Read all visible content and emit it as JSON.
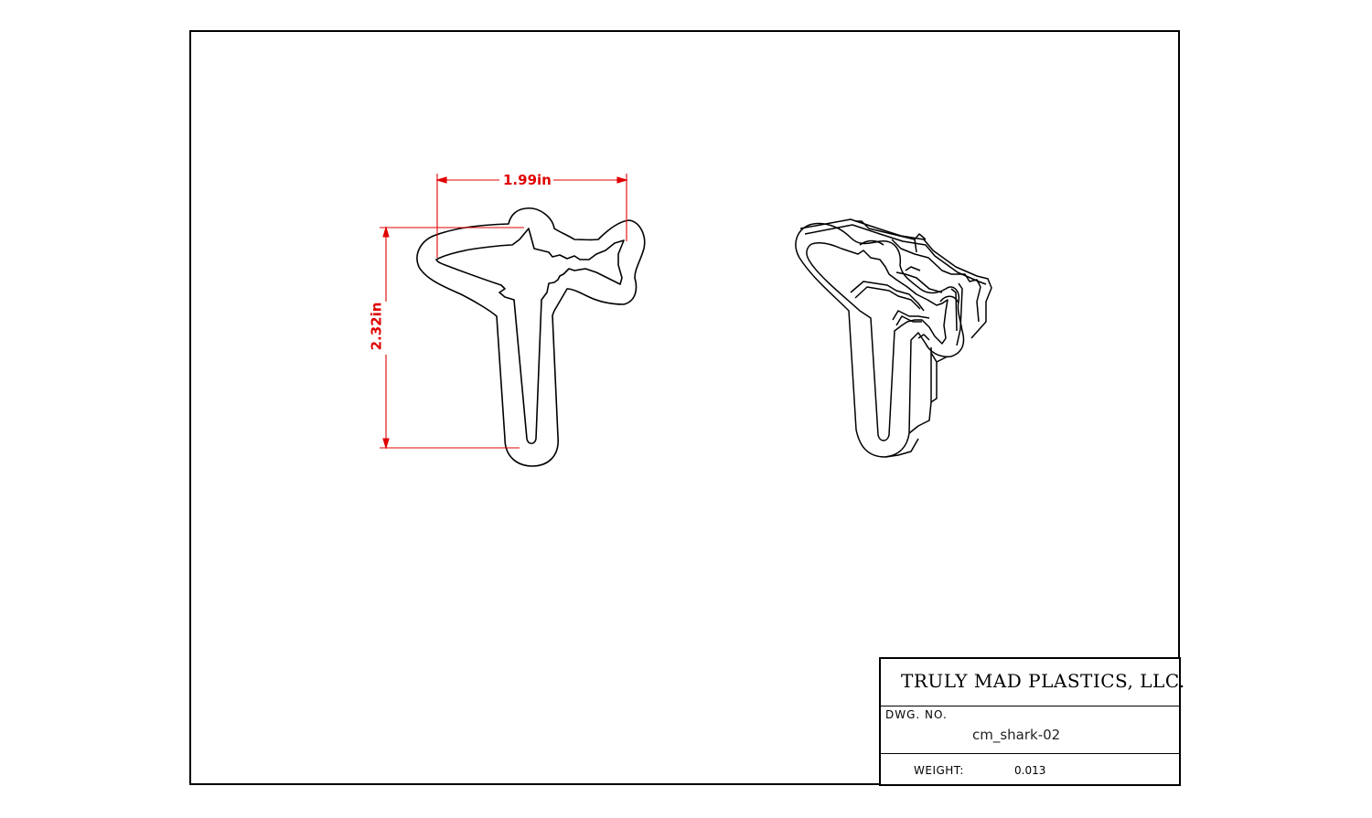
{
  "dimensions": {
    "width_label": "1.99in",
    "height_label": "2.32in",
    "color": "#e00000"
  },
  "title_block": {
    "company": "TRULY MAD PLASTICS, LLC.",
    "dwg_no_label": "DWG. NO.",
    "dwg_no_value": "cm_shark-02",
    "weight_label": "WEIGHT:",
    "weight_value": "0.013"
  }
}
